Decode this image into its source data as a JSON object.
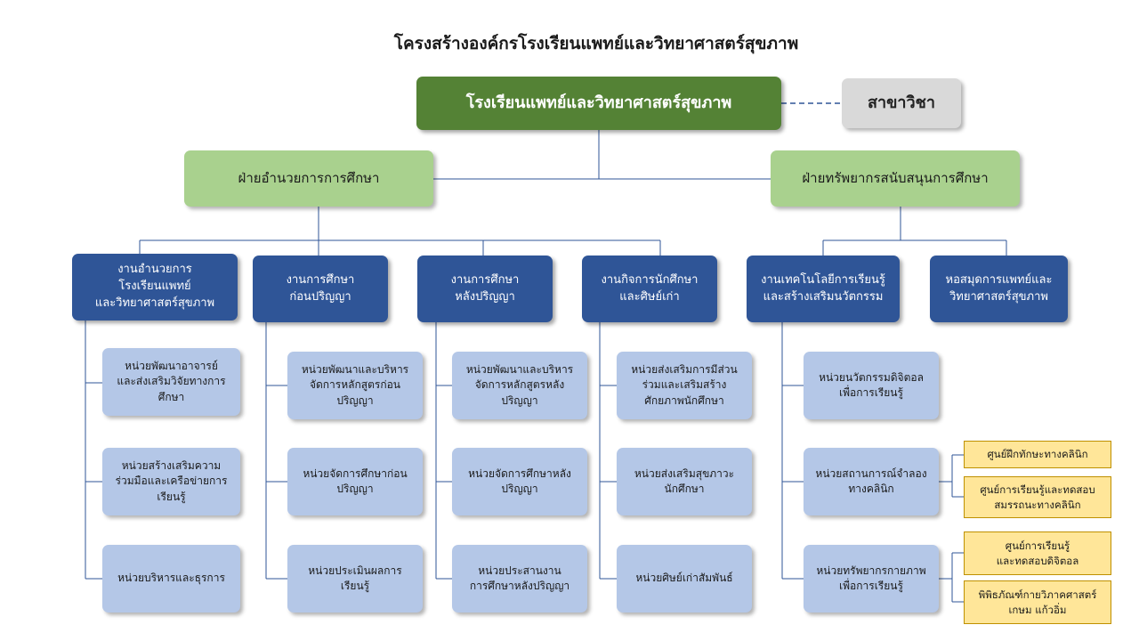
{
  "title": "โครงสร้างองค์กรโรงเรียนแพทย์และวิทยาศาสตร์สุขภาพ",
  "colors": {
    "root": "#548235",
    "division": "#a9d18e",
    "department": "#2f5597",
    "unit": "#b4c7e7",
    "center": "#ffe699",
    "connector": "#2f5597"
  },
  "root": "โรงเรียนแพทย์และวิทยาศาสตร์สุขภาพ",
  "side_node": "สาขาวิชา",
  "divisions": [
    "ฝ่ายอำนวยการการศึกษา",
    "ฝ่ายทรัพยากรสนับสนุนการศึกษา"
  ],
  "departments": [
    {
      "label": "งานอำนวยการ\nโรงเรียนแพทย์\nและวิทยาศาสตร์สุขภาพ",
      "units": [
        "หน่วยพัฒนาอาจารย์\nและส่งเสริมวิจัยทางการ\nศึกษา",
        "หน่วยสร้างเสริมความ\nร่วมมือและเครือข่ายการ\nเรียนรู้",
        "หน่วยบริหารและธุรการ"
      ]
    },
    {
      "label": "งานการศึกษา\nก่อนปริญญา",
      "units": [
        "หน่วยพัฒนาและบริหาร\nจัดการหลักสูตรก่อน\nปริญญา",
        "หน่วยจัดการศึกษาก่อน\nปริญญา",
        "หน่วยประเมินผลการ\nเรียนรู้"
      ]
    },
    {
      "label": "งานการศึกษา\nหลังปริญญา",
      "units": [
        "หน่วยพัฒนาและบริหาร\nจัดการหลักสูตรหลัง\nปริญญา",
        "หน่วยจัดการศึกษาหลัง\nปริญญา",
        "หน่วยประสานงาน\nการศึกษาหลังปริญญา"
      ]
    },
    {
      "label": "งานกิจการนักศึกษา\nและศิษย์เก่า",
      "units": [
        "หน่วยส่งเสริมการมีส่วน\nร่วมและเสริมสร้าง\nศักยภาพนักศึกษา",
        "หน่วยส่งเสริมสุขภาวะ\nนักศึกษา",
        "หน่วยศิษย์เก่าสัมพันธ์"
      ]
    },
    {
      "label": "งานเทคโนโลยีการเรียนรู้\nและสร้างเสริมนวัตกรรม",
      "units": [
        "หน่วยนวัตกรรมดิจิตอล\nเพื่อการเรียนรู้",
        "หน่วยสถานการณ์จำลอง\nทางคลินิก",
        "หน่วยทรัพยากรกายภาพ\nเพื่อการเรียนรู้"
      ]
    },
    {
      "label": "หอสมุดการแพทย์และ\nวิทยาศาสตร์สุขภาพ",
      "units": []
    }
  ],
  "centers": {
    "simulation": [
      "ศูนย์ฝึกทักษะทางคลินิก",
      "ศูนย์การเรียนรู้และทดสอบ\nสมรรถนะทางคลินิก"
    ],
    "physical": [
      "ศูนย์การเรียนรู้\nและทดสอบดิจิตอล",
      "พิพิธภัณฑ์กายวิภาคศาสตร์\nเกษม แก้วอิ่ม"
    ]
  }
}
